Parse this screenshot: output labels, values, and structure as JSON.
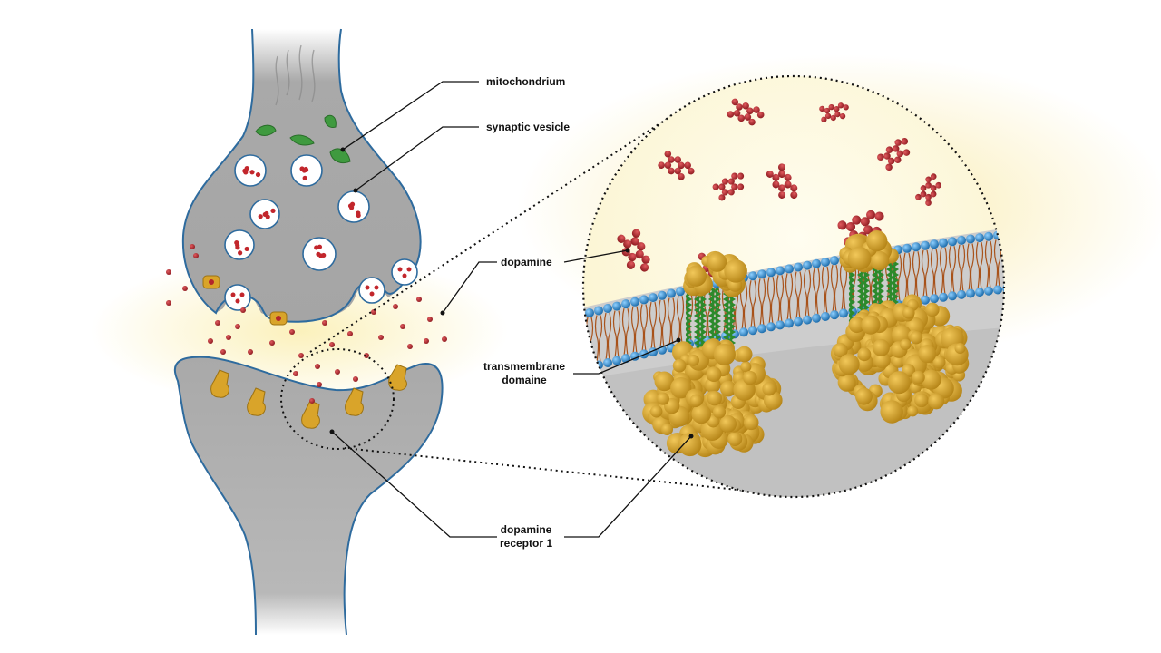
{
  "labels": {
    "mitochondrium": "mitochondrium",
    "synaptic_vesicle": "synaptic vesicle",
    "dopamine": "dopamine",
    "transmembrane_line1": "transmembrane",
    "transmembrane_line2": "domaine",
    "receptor_line1": "dopamine",
    "receptor_line2": "receptor 1"
  },
  "colors": {
    "neuron_fill": "#a9a9a9",
    "neuron_outline": "#2e6b9e",
    "dopamine": "#b3262c",
    "mitochondrium": "#3f9a3f",
    "receptor": "#d9a42a",
    "transmembrane_helix": "#2c8a2c",
    "lipid_head": "#2f86c6",
    "lipid_tail": "#a8521a",
    "glow": "#fbf0b8"
  }
}
